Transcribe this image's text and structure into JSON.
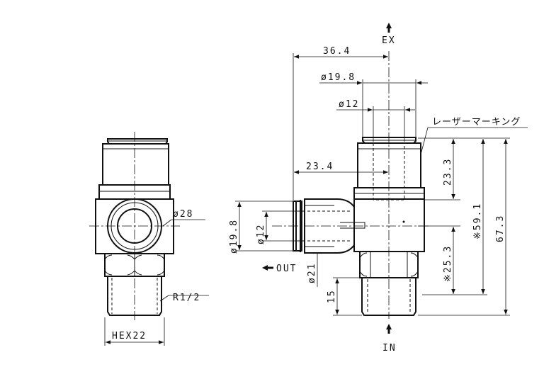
{
  "front_view": {
    "dia_outer": "ø28",
    "thread": "R1/2",
    "hex": "HEX22"
  },
  "side_view": {
    "ports": {
      "exhaust": "EX",
      "outlet": "OUT",
      "inlet": "IN"
    },
    "laser_marking": "レーザーマーキング",
    "dims": {
      "len_364": "36.4",
      "dia_198": "ø19.8",
      "dia_12": "ø12",
      "len_234": "23.4",
      "h_233": "23.3",
      "h_591": "※59.1",
      "h_673": "67.3",
      "h_253": "※25.3",
      "h_15": "15",
      "dia_198_v": "ø19.8",
      "dia_12_v": "ø12",
      "dia_21_v": "ø21"
    }
  }
}
